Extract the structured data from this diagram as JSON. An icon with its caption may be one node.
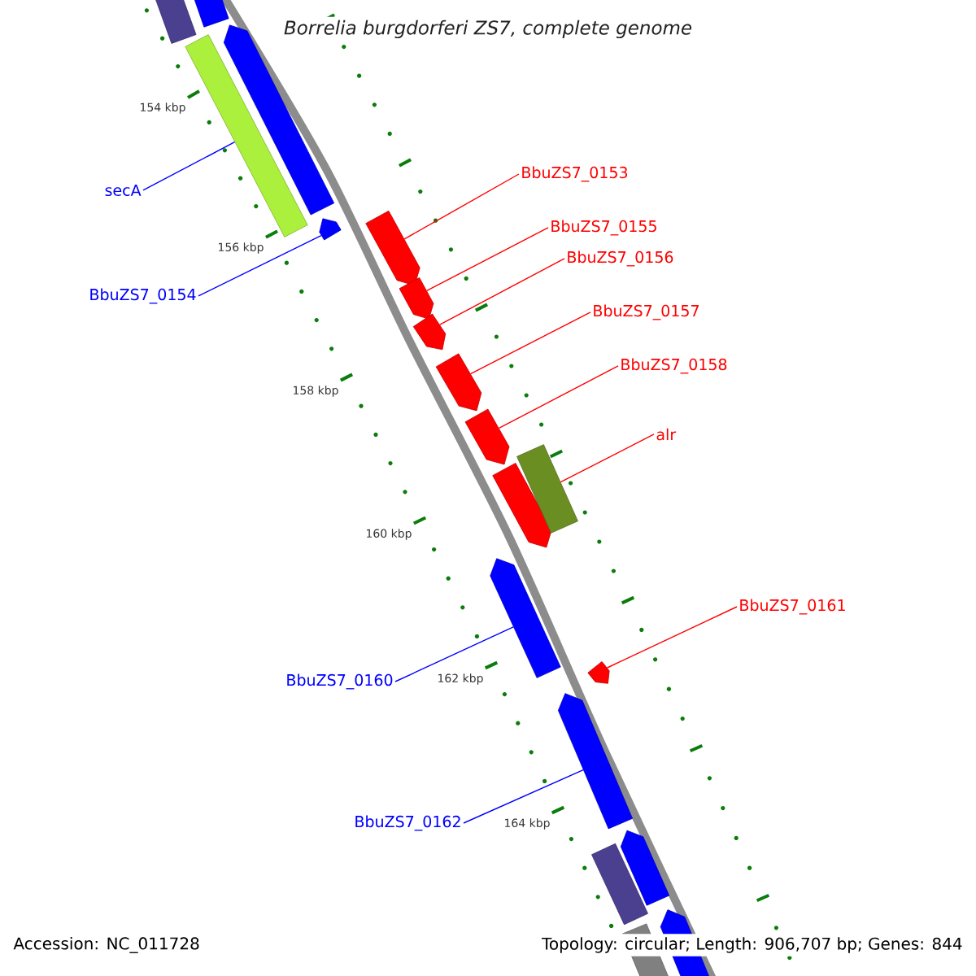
{
  "diagram": {
    "title": "Borrelia burgdorferi ZS7, complete genome",
    "nodes": [
      {
        "text": [
          "secA"
        ]
      },
      {
        "text": [],
        "shape": "bar"
      },
      {
        "text": [
          "BbuZS7_0154"
        ]
      },
      {
        "text": [],
        "shape": "pentagon"
      },
      {
        "text": [
          "BbuZS7_0153"
        ]
      },
      {
        "text": [],
        "shape": "pentagon"
      },
      {
        "text": [
          "BbuZS7_0155"
        ]
      },
      {
        "text": [],
        "shape": "pentagon"
      },
      {
        "text": [
          "BbuZS7_0156"
        ]
      },
      {
        "text": [],
        "shape": "pentagon"
      },
      {
        "text": [
          "BbuZS7_0157"
        ]
      },
      {
        "text": [],
        "shape": "pentagon"
      },
      {
        "text": [
          "BbuZS7_0158"
        ]
      },
      {
        "text": [],
        "shape": "pentagon"
      },
      {
        "text": [
          "alr"
        ]
      },
      {
        "text": [],
        "shape": "bar"
      },
      {
        "text": [
          "BbuZS7_0161"
        ]
      },
      {
        "text": [],
        "shape": "pentagon"
      },
      {
        "text": [
          "BbuZS7_0160"
        ]
      },
      {
        "text": [],
        "shape": "pentagon"
      },
      {
        "text": [
          "BbuZS7_0162"
        ]
      },
      {
        "text": [],
        "shape": "pentagon"
      }
    ],
    "edges": [
      {
        "from": 0,
        "to": 1,
        "arrow": "none",
        "color": "#0000ff"
      },
      {
        "from": 2,
        "to": 3,
        "arrow": "none",
        "color": "#0000ff"
      },
      {
        "from": 4,
        "to": 5,
        "arrow": "none"
      },
      {
        "from": 6,
        "to": 7,
        "arrow": "none"
      },
      {
        "from": 8,
        "to": 9,
        "arrow": "none"
      },
      {
        "from": 10,
        "to": 11,
        "arrow": "none"
      },
      {
        "from": 12,
        "to": 13,
        "arrow": "none"
      },
      {
        "from": 14,
        "to": 15,
        "arrow": "none"
      },
      {
        "from": 16,
        "to": 17,
        "arrow": "none"
      },
      {
        "from": 18,
        "to": 19,
        "arrow": "none",
        "color": "#0000ff"
      },
      {
        "from": 20,
        "to": 21,
        "arrow": "none",
        "color": "#0000ff"
      }
    ],
    "labels": [
      "154 kbp",
      "156 kbp",
      "158 kbp",
      "160 kbp",
      "162 kbp",
      "164 kbp",
      "Accession: NC_011728",
      "Topology: circular; Length: 906,707 bp; Genes: 844"
    ]
  }
}
